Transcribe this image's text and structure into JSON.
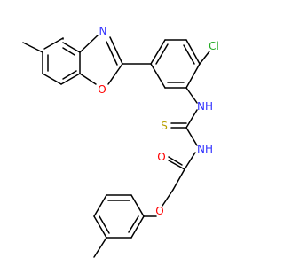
{
  "molecule": {
    "atoms": {
      "cl": "Cl",
      "n_oxazole": "N",
      "o_oxazole": "O",
      "nh_upper": "NH",
      "nh_lower": "NH",
      "s": "S",
      "o_carbonyl": "O",
      "o_ether": "O"
    },
    "colors": {
      "bond": "#000000",
      "carbon": "#000000",
      "nitrogen": "#3333ff",
      "oxygen": "#ff0000",
      "sulfur": "#b8a000",
      "chlorine": "#22aa22"
    }
  }
}
